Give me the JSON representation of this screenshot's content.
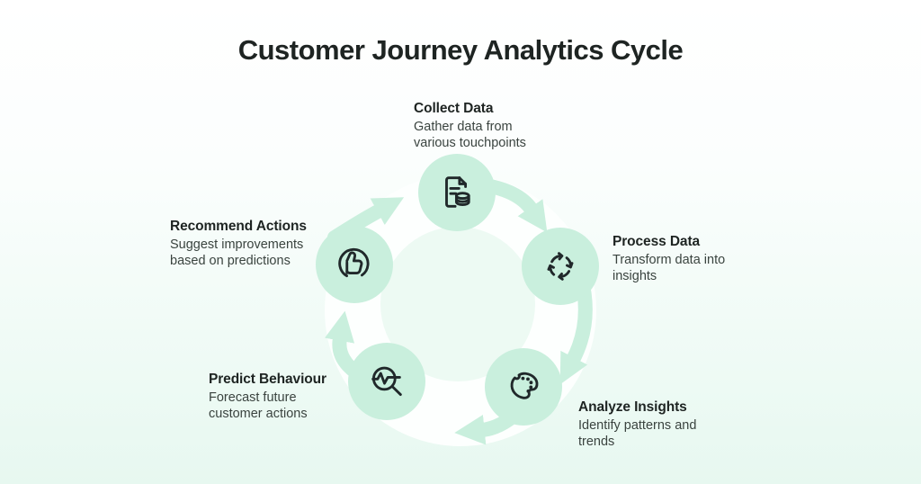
{
  "title": "Customer Journey Analytics Cycle",
  "colors": {
    "background_top": "#ffffff",
    "background_bottom": "#e7f8f0",
    "node": "#c9efdd",
    "arrow": "#c9efdd",
    "ring": "#fdfffe",
    "ring_center": "#edfaf3",
    "heading": "#1e2422",
    "body": "#3a433f",
    "icon_stroke": "#20282a"
  },
  "steps": [
    {
      "label": "Collect Data",
      "description": "Gather data from\nvarious touchpoints",
      "icon": "document-database-icon"
    },
    {
      "label": "Process Data",
      "description": "Transform data into\ninsights",
      "icon": "cycle-arrows-icon"
    },
    {
      "label": "Analyze Insights",
      "description": "Identify patterns and\ntrends",
      "icon": "palette-icon"
    },
    {
      "label": "Predict Behaviour",
      "description": "Forecast future\ncustomer actions",
      "icon": "magnifier-trend-icon"
    },
    {
      "label": "Recommend Actions",
      "description": "Suggest improvements\nbased on predictions",
      "icon": "thumbs-up-icon"
    }
  ]
}
